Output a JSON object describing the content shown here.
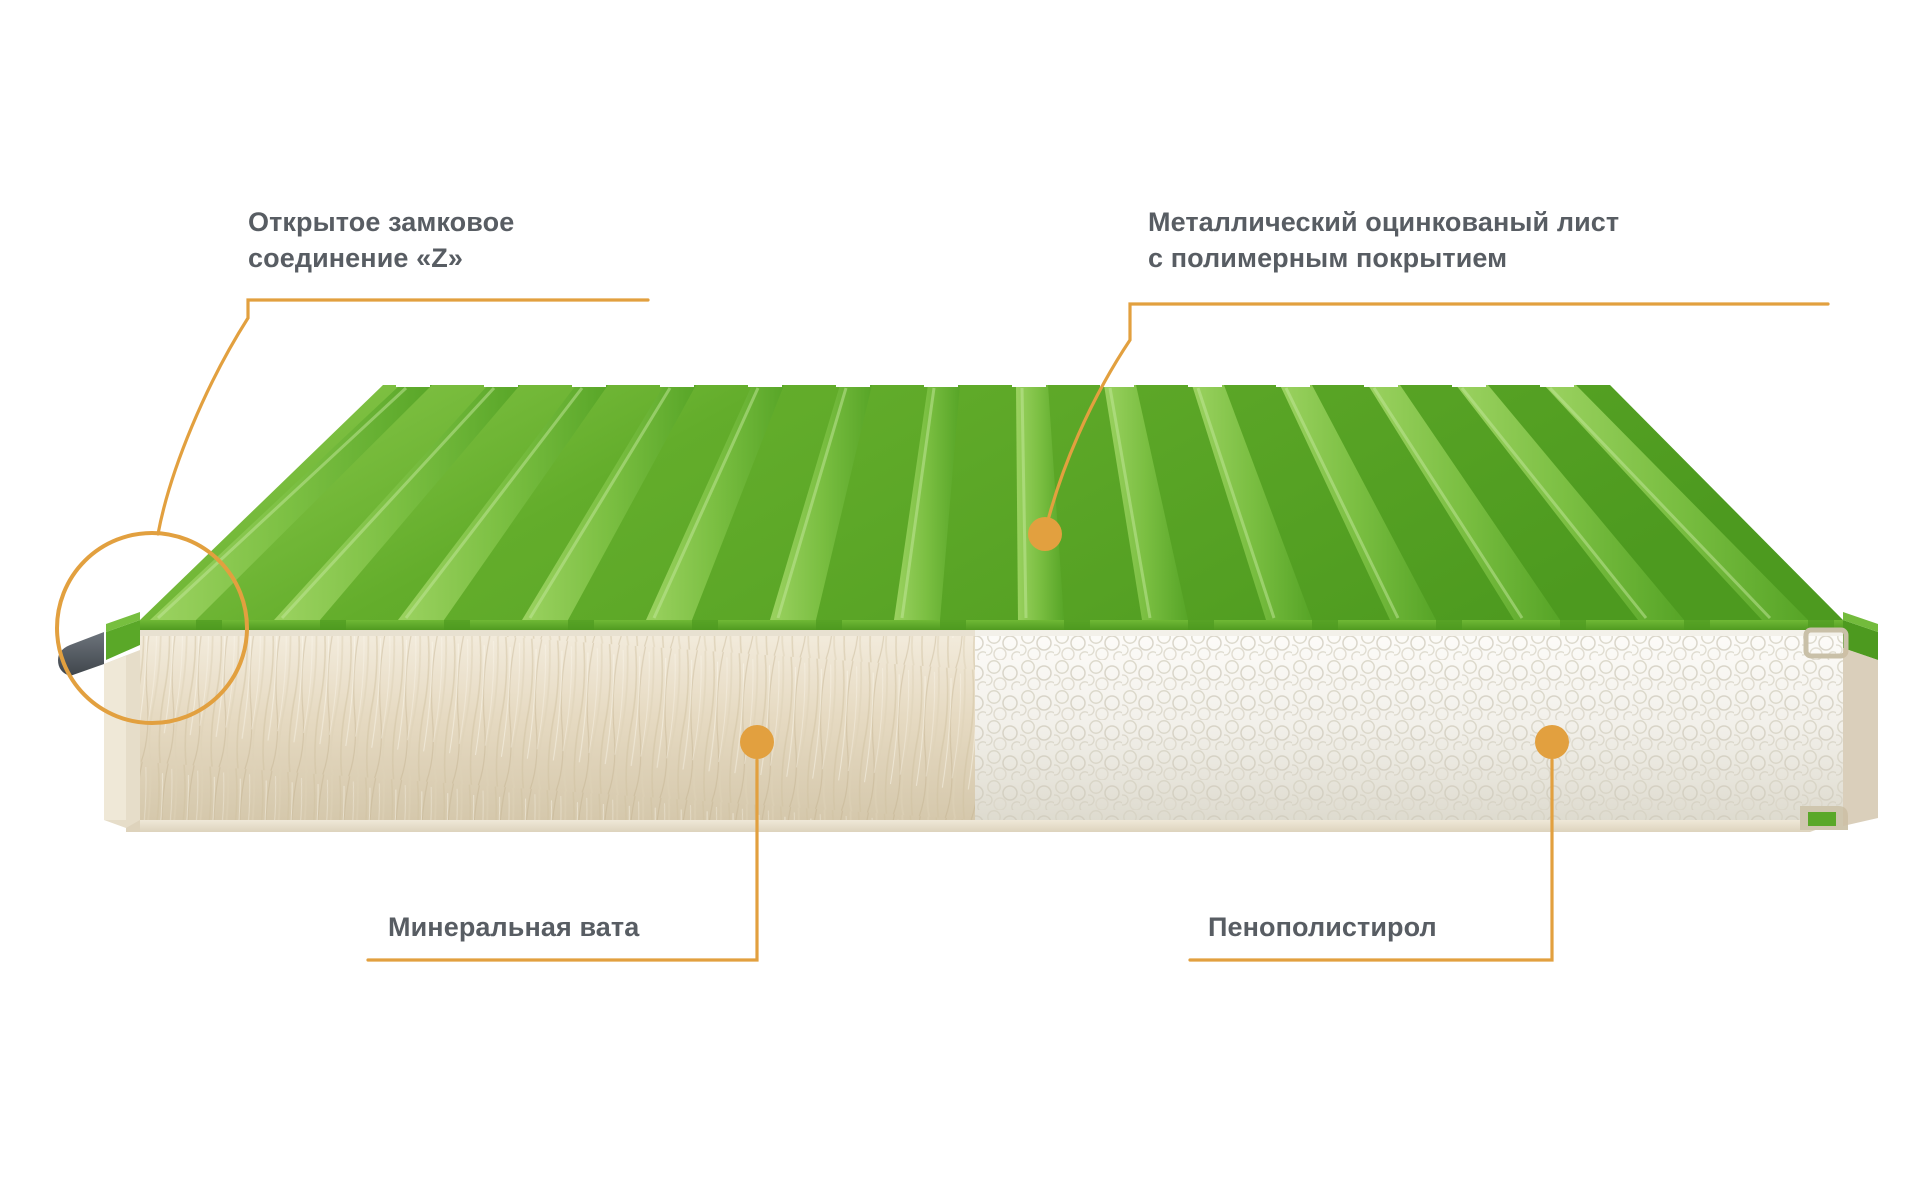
{
  "diagram": {
    "title": "Sandwich panel cross-section",
    "accent_color": "#e2a03f",
    "text_color": "#585d63",
    "background": "#ffffff",
    "panel_colors": {
      "metal_green_light": "#7dc142",
      "metal_green": "#55a325",
      "metal_green_dark": "#3f8a1c",
      "mineral_wool_light": "#efe6d4",
      "mineral_wool": "#e3d7bf",
      "mineral_wool_dark": "#cfc1a4",
      "polystyrene_light": "#fbfaf7",
      "polystyrene": "#eeece5",
      "polystyrene_dark": "#d8d5c9",
      "lock_steel": "#555a60",
      "edge_cream": "#e8e1d1"
    },
    "callouts": [
      {
        "id": "lock",
        "label": "Открытое замковое\nсоединение «Z»",
        "marker": "highlight-circle",
        "position": "top-left"
      },
      {
        "id": "sheet",
        "label": "Металлический оцинкованый лист\nс полимерным покрытием",
        "marker": "dot",
        "position": "top-right"
      },
      {
        "id": "wool",
        "label": "Минеральная вата",
        "marker": "dot",
        "position": "bottom-left"
      },
      {
        "id": "eps",
        "label": "Пенополистирол",
        "marker": "dot",
        "position": "bottom-right"
      }
    ]
  }
}
